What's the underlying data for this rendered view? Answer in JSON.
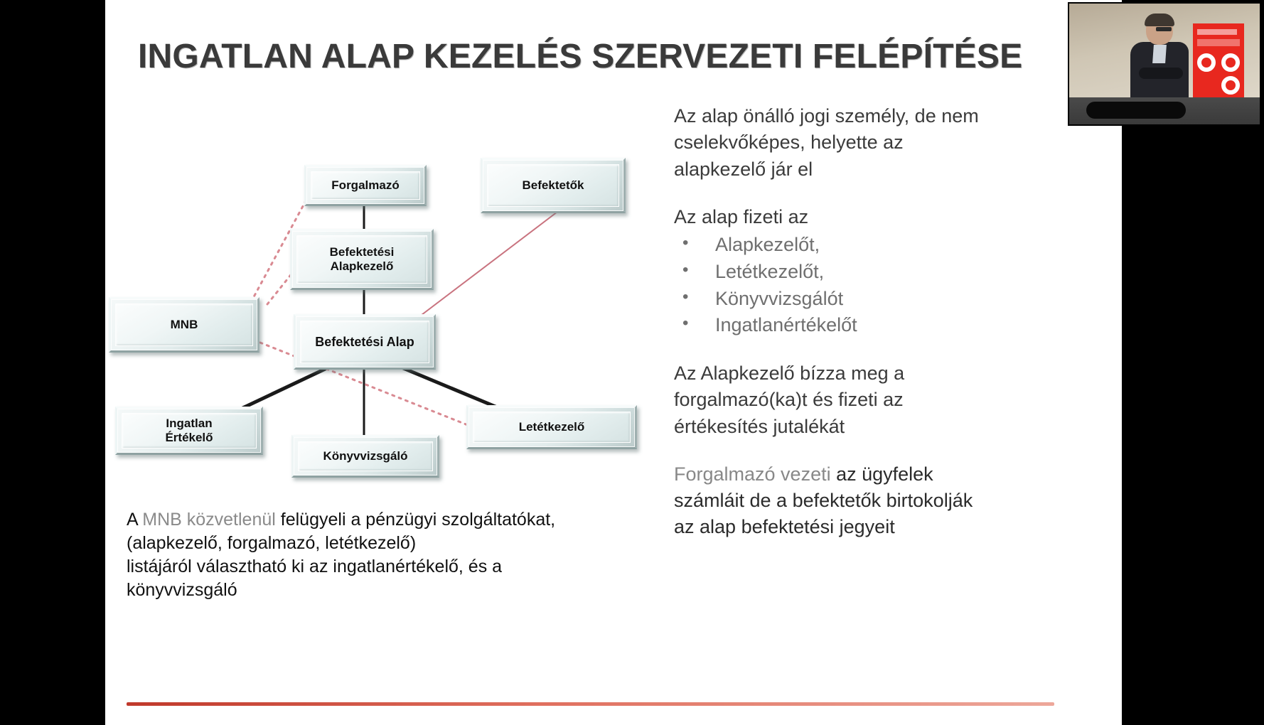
{
  "slide": {
    "title": "INGATLAN ALAP KEZELÉS SZERVEZETI FELÉPÍTÉSE"
  },
  "diagram": {
    "nodes": [
      {
        "id": "forgalmazo",
        "label": "Forgalmazó"
      },
      {
        "id": "befektetok",
        "label": "Befektetők"
      },
      {
        "id": "befektetesi_alapkezelo",
        "label_line1": "Befektetési",
        "label_line2": "Alapkezelő"
      },
      {
        "id": "mnb",
        "label": "MNB"
      },
      {
        "id": "befektetesi_alap",
        "label": "Befektetési Alap"
      },
      {
        "id": "ingatlan_ertekelo",
        "label_line1": "Ingatlan",
        "label_line2": "Értékelő"
      },
      {
        "id": "konyvvizsgalo",
        "label": "Könyvvizsgáló"
      },
      {
        "id": "letetkezelo",
        "label": "Letétkezelő"
      }
    ],
    "solid_line_color": "#1a1a1a",
    "dashed_line_color": "#d98a92",
    "thin_line_color": "#c9737f"
  },
  "left_paragraph": {
    "line1_a": "A ",
    "line1_b": "MNB közvetlenül",
    "line1_c": " felügyeli a pénzügyi szolgáltatókat,",
    "line2": "(alapkezelő, forgalmazó, letétkezelő)",
    "line3": "listájáról választható ki az ingatlanértékelő, és a",
    "line4": "könyvvizsgáló"
  },
  "right_column": {
    "block1": "Az alap önálló jogi személy, de nem cselekvőképes, helyette az alapkezelő jár el",
    "block2_heading": "Az alap fizeti az",
    "block2_items": [
      "Alapkezelőt,",
      "Letétkezelőt,",
      "Könyvvizsgálót",
      "Ingatlanértékelőt"
    ],
    "block3": "Az Alapkezelő bízza meg a forgalmazó(ka)t és fizeti az értékesítés jutalékát",
    "block4_a": "Forgalmazó vezeti ",
    "block4_b": "az ügyfelek számláit de a befektetők birtokolják az alap befektetési jegyeit"
  },
  "webcam": {
    "caption_bar": "",
    "banner_color": "#e8281f"
  },
  "bullet_glyph": "•"
}
